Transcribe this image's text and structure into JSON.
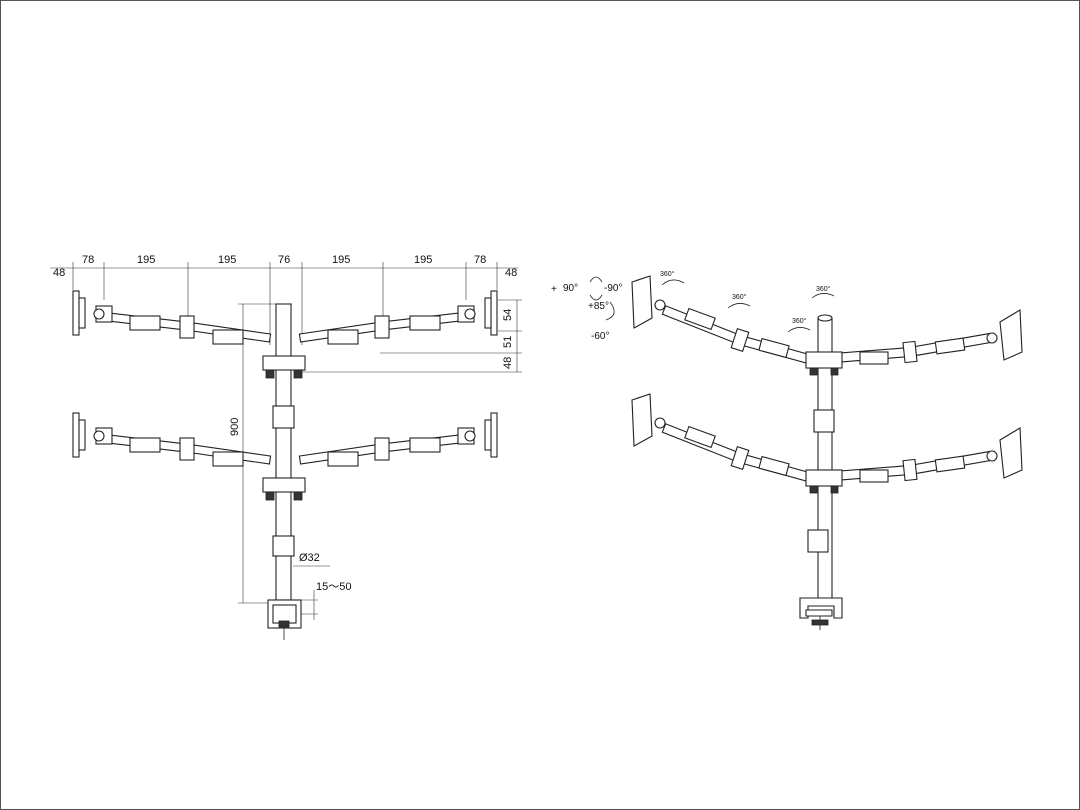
{
  "dimensions": {
    "top_left_48": "48",
    "top_left_78": "78",
    "top_195_a": "195",
    "top_195_b": "195",
    "top_76": "76",
    "top_195_c": "195",
    "top_195_d": "195",
    "top_right_78": "78",
    "top_right_48": "48",
    "side_54": "54",
    "side_51": "51",
    "side_48": "48",
    "height_900": "900",
    "pole_diameter": "Ø32",
    "clamp_range": "15～50"
  },
  "rotation_labels": {
    "plus": "+",
    "tilt_pos": "90°",
    "tilt_neg": "-90°",
    "swivel_pos": "+85°",
    "swivel_neg": "-60°",
    "rot_a": "360°",
    "rot_b": "360°",
    "rot_c": "360°",
    "rot_d": "360°"
  },
  "colors": {
    "line": "#222222",
    "background": "#ffffff",
    "frame": "#555555"
  }
}
